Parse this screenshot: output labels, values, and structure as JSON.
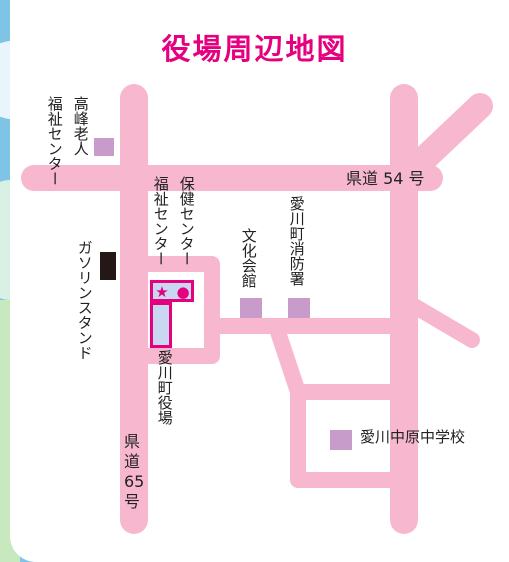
{
  "map": {
    "title": "役場周辺地図",
    "colors": {
      "title": "#e5007f",
      "road": "#f7b8cf",
      "facility": "#c79ccb",
      "gas_station": "#231815",
      "town_hall_fill": "#c9d8f0",
      "town_hall_outline": "#e5007f",
      "background_sky": "#7ec4e6"
    },
    "roads": {
      "prefectural_54": "県道 54 号",
      "prefectural_65": [
        "県",
        "道",
        "65",
        "号"
      ]
    },
    "places": {
      "takamine_welfare": {
        "line1": "高峰老人",
        "line2": "福祉センター"
      },
      "health_center": {
        "line1": "保健センター",
        "line2": "福祉センター"
      },
      "culture_hall": "文化会館",
      "fire_station": "愛川町消防署",
      "gas_station": "ガソリンスタンド",
      "town_hall": "愛川町役場",
      "junior_high": "愛川中原中学校"
    },
    "legend_marks": {
      "star": "★",
      "dot": "●"
    }
  }
}
